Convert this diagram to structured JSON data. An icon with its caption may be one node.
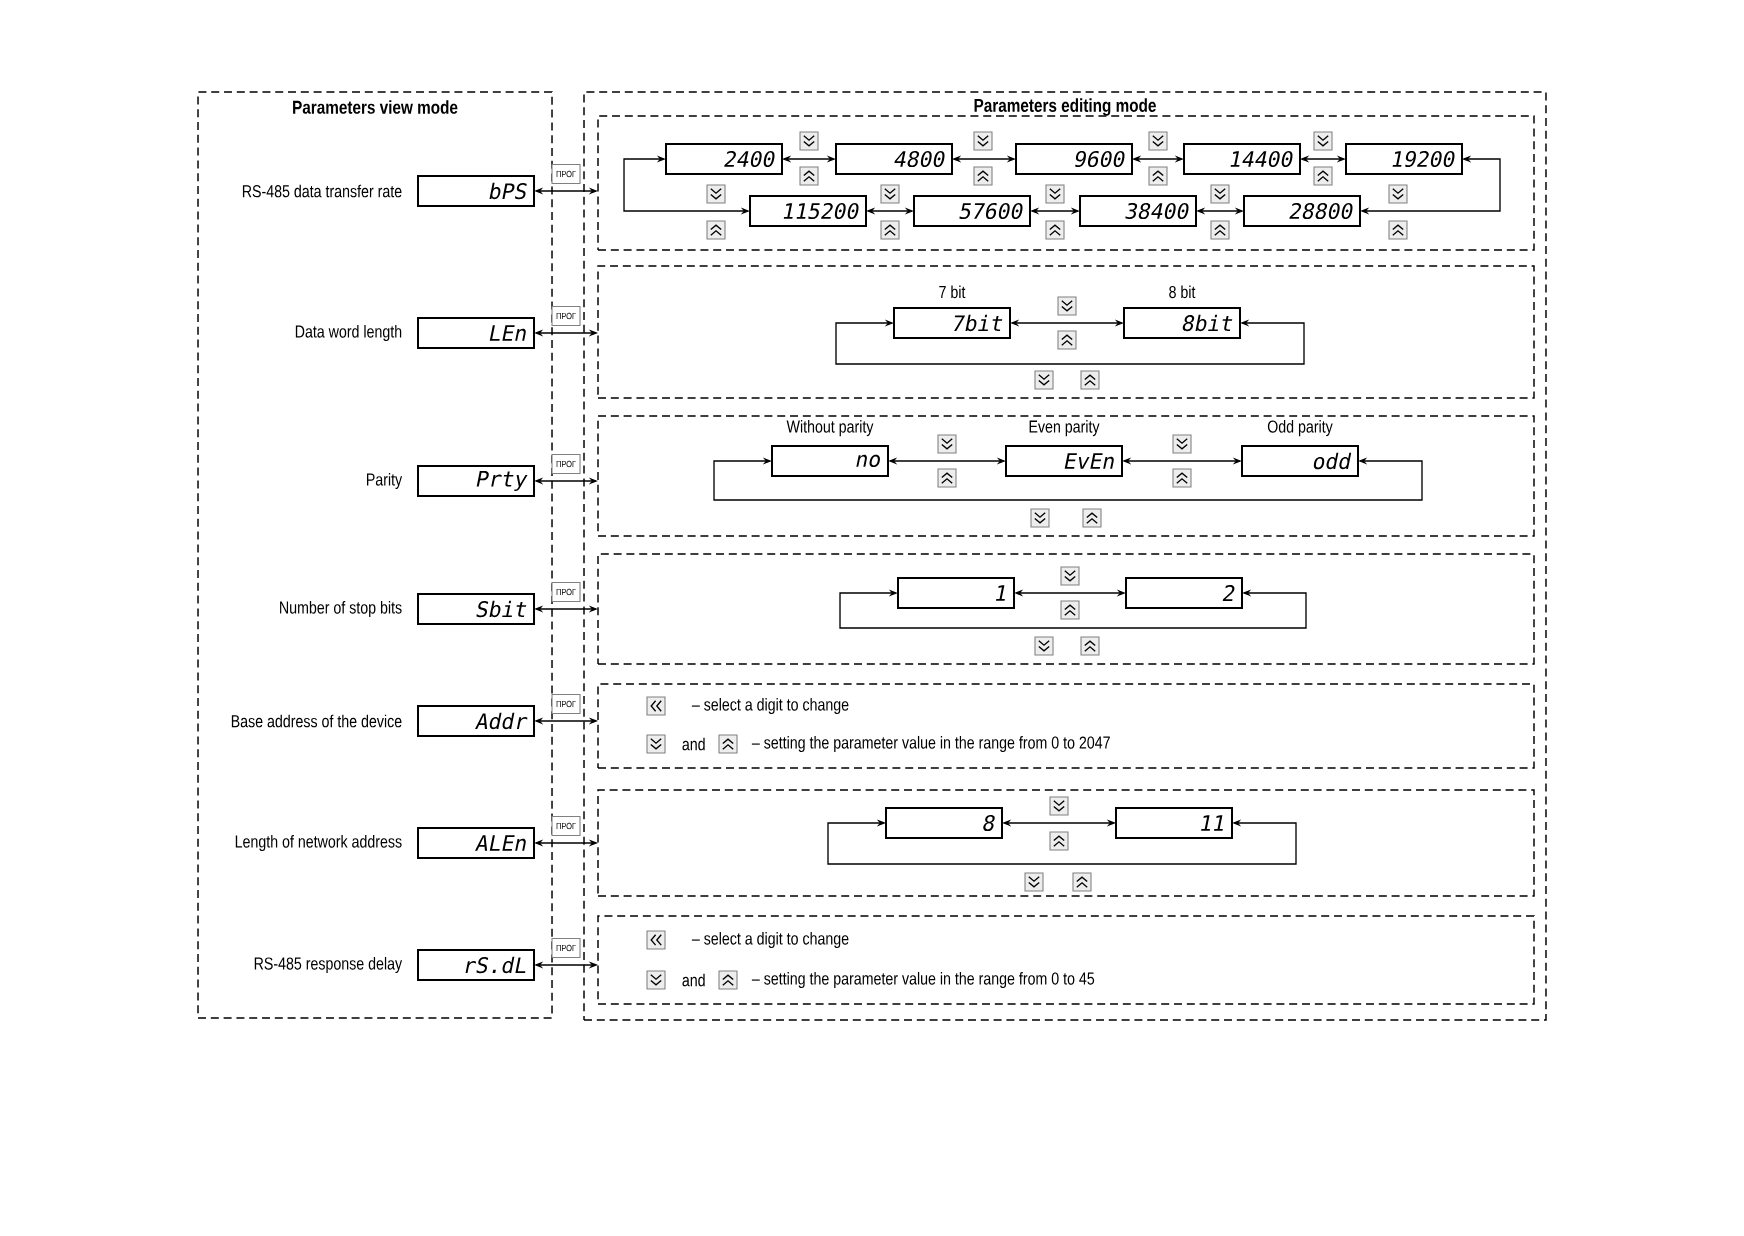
{
  "diagram": {
    "nodes": [
      {
        "text": [
          "Parameters view mode"
        ]
      },
      {
        "text": [
          "bPS"
        ],
        "in": 0,
        "beside": [
          "RS-485 data transfer rate"
        ]
      },
      {
        "text": [
          "LEn"
        ],
        "in": 0,
        "beside": [
          "Data word length"
        ]
      },
      {
        "text": [
          "Prty"
        ],
        "in": 0,
        "beside": [
          "Parity"
        ]
      },
      {
        "text": [
          "Sbit"
        ],
        "in": 0,
        "beside": [
          "Number of stop bits"
        ]
      },
      {
        "text": [
          "Addr"
        ],
        "in": 0,
        "beside": [
          "Base address of the device"
        ]
      },
      {
        "text": [
          "ALEn"
        ],
        "in": 0,
        "beside": [
          "Length of network address"
        ]
      },
      {
        "text": [
          "rS.dL"
        ],
        "in": 0,
        "beside": [
          "RS-485 response delay"
        ]
      },
      {
        "text": [
          "Parameters editing mode"
        ]
      },
      {
        "text": [],
        "shape": "box",
        "in": 8
      },
      {
        "text": [
          "2400"
        ],
        "in": 9
      },
      {
        "text": [
          "4800"
        ],
        "in": 9
      },
      {
        "text": [
          "9600"
        ],
        "in": 9
      },
      {
        "text": [
          "14400"
        ],
        "in": 9
      },
      {
        "text": [
          "19200"
        ],
        "in": 9
      },
      {
        "text": [
          "115200"
        ],
        "in": 9
      },
      {
        "text": [
          "57600"
        ],
        "in": 9
      },
      {
        "text": [
          "38400"
        ],
        "in": 9
      },
      {
        "text": [
          "28800"
        ],
        "in": 9
      },
      {
        "text": [],
        "shape": "box",
        "in": 8
      },
      {
        "text": [
          "7bit"
        ],
        "in": 19,
        "beside": [
          "7 bit"
        ]
      },
      {
        "text": [
          "8bit"
        ],
        "in": 19,
        "beside": [
          "8 bit"
        ]
      },
      {
        "text": [],
        "shape": "box",
        "in": 8
      },
      {
        "text": [
          "no"
        ],
        "in": 22,
        "beside": [
          "Without parity"
        ]
      },
      {
        "text": [
          "EvEn"
        ],
        "in": 22,
        "beside": [
          "Even parity"
        ]
      },
      {
        "text": [
          "odd"
        ],
        "in": 22,
        "beside": [
          "Odd parity"
        ]
      },
      {
        "text": [],
        "shape": "box",
        "in": 8
      },
      {
        "text": [
          "1"
        ],
        "in": 26
      },
      {
        "text": [
          "2"
        ],
        "in": 26
      },
      {
        "text": [
          "– select a digit to change",
          "and",
          "– setting the parameter value in the range from 0 to 2047"
        ],
        "in": 8
      },
      {
        "text": [],
        "shape": "box",
        "in": 8
      },
      {
        "text": [
          "8"
        ],
        "in": 30
      },
      {
        "text": [
          "11"
        ],
        "in": 30
      },
      {
        "text": [
          "– select a digit to change",
          "and",
          "– setting the parameter value in the range from 0 to 45"
        ],
        "in": 8
      }
    ],
    "edges": [
      {
        "from": 1,
        "to": 9,
        "arrow": "both",
        "label": "ПРОГ"
      },
      {
        "from": 2,
        "to": 19,
        "arrow": "both",
        "label": "ПРОГ"
      },
      {
        "from": 3,
        "to": 22,
        "arrow": "both",
        "label": "ПРОГ"
      },
      {
        "from": 4,
        "to": 26,
        "arrow": "both",
        "label": "ПРОГ"
      },
      {
        "from": 5,
        "to": 29,
        "arrow": "both",
        "label": "ПРОГ"
      },
      {
        "from": 6,
        "to": 30,
        "arrow": "both",
        "label": "ПРОГ"
      },
      {
        "from": 7,
        "to": 33,
        "arrow": "both",
        "label": "ПРОГ"
      },
      {
        "from": 10,
        "to": 11,
        "arrow": "both"
      },
      {
        "from": 11,
        "to": 12,
        "arrow": "both"
      },
      {
        "from": 12,
        "to": 13,
        "arrow": "both"
      },
      {
        "from": 13,
        "to": 14,
        "arrow": "both"
      },
      {
        "from": 10,
        "to": 15,
        "arrow": "both"
      },
      {
        "from": 14,
        "to": 18,
        "arrow": "both"
      },
      {
        "from": 15,
        "to": 16,
        "arrow": "both"
      },
      {
        "from": 16,
        "to": 17,
        "arrow": "both"
      },
      {
        "from": 17,
        "to": 18,
        "arrow": "both"
      },
      {
        "from": 20,
        "to": 21,
        "arrow": "both"
      },
      {
        "from": 21,
        "to": 20,
        "arrow": "both"
      },
      {
        "from": 23,
        "to": 24,
        "arrow": "both"
      },
      {
        "from": 24,
        "to": 25,
        "arrow": "both"
      },
      {
        "from": 25,
        "to": 23,
        "arrow": "both"
      },
      {
        "from": 27,
        "to": 28,
        "arrow": "both"
      },
      {
        "from": 28,
        "to": 27,
        "arrow": "both"
      },
      {
        "from": 31,
        "to": 32,
        "arrow": "both"
      },
      {
        "from": 32,
        "to": 31,
        "arrow": "both"
      }
    ]
  }
}
